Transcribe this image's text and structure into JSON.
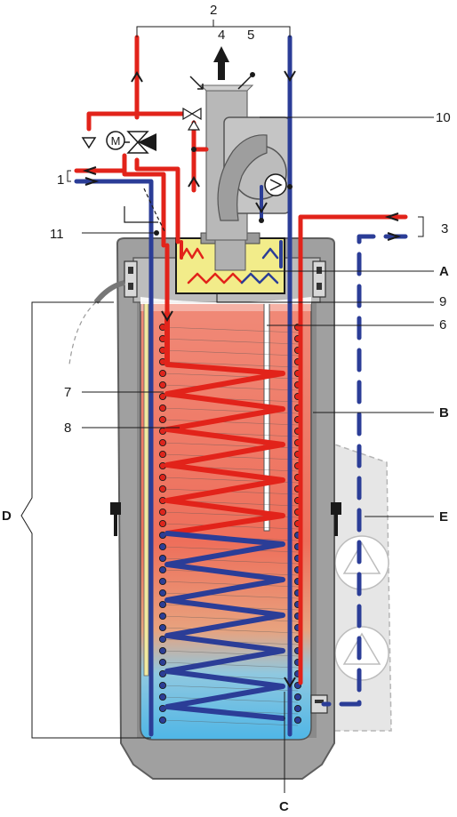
{
  "labels": {
    "n1": "1",
    "n2": "2",
    "n3": "3",
    "n4": "4",
    "n5": "5",
    "n6": "6",
    "n7": "7",
    "n8": "8",
    "n9": "9",
    "n10": "10",
    "n11": "11",
    "A": "A",
    "B": "B",
    "C": "C",
    "D": "D",
    "E": "E",
    "motor": "M"
  },
  "colors": {
    "hot_line": "#e2231a",
    "cold_line": "#2b3d97",
    "casing": "#9a9a9a",
    "casing_dark": "#6e6e6e",
    "heat_exchanger": "#f2ec8a",
    "tank_hot": "#ef6b57",
    "tank_cold": "#5dbde6",
    "duct": "#b9b9b9",
    "outdoor_unit": "#e4e4e4"
  },
  "icons": [
    "motor-icon",
    "three-way-valve-icon",
    "fan-icon",
    "exhaust-arrow-icon",
    "thermostat-icon"
  ]
}
